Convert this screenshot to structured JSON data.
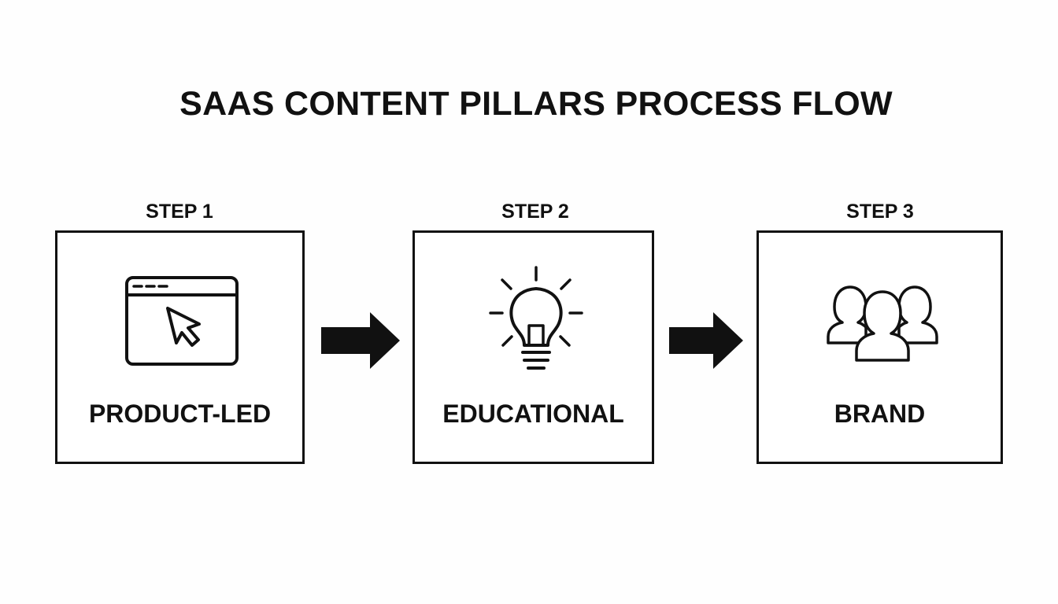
{
  "title": "SAAS CONTENT PILLARS PROCESS FLOW",
  "steps": [
    {
      "label": "STEP 1",
      "name": "PRODUCT-LED",
      "icon": "browser-cursor-icon"
    },
    {
      "label": "STEP 2",
      "name": "EDUCATIONAL",
      "icon": "lightbulb-icon"
    },
    {
      "label": "STEP 3",
      "name": "BRAND",
      "icon": "users-group-icon"
    }
  ],
  "connectors": [
    "arrow-right-icon",
    "arrow-right-icon"
  ],
  "colors": {
    "background": "#fefefe",
    "stroke": "#111111",
    "box_fill": "#ffffff"
  }
}
